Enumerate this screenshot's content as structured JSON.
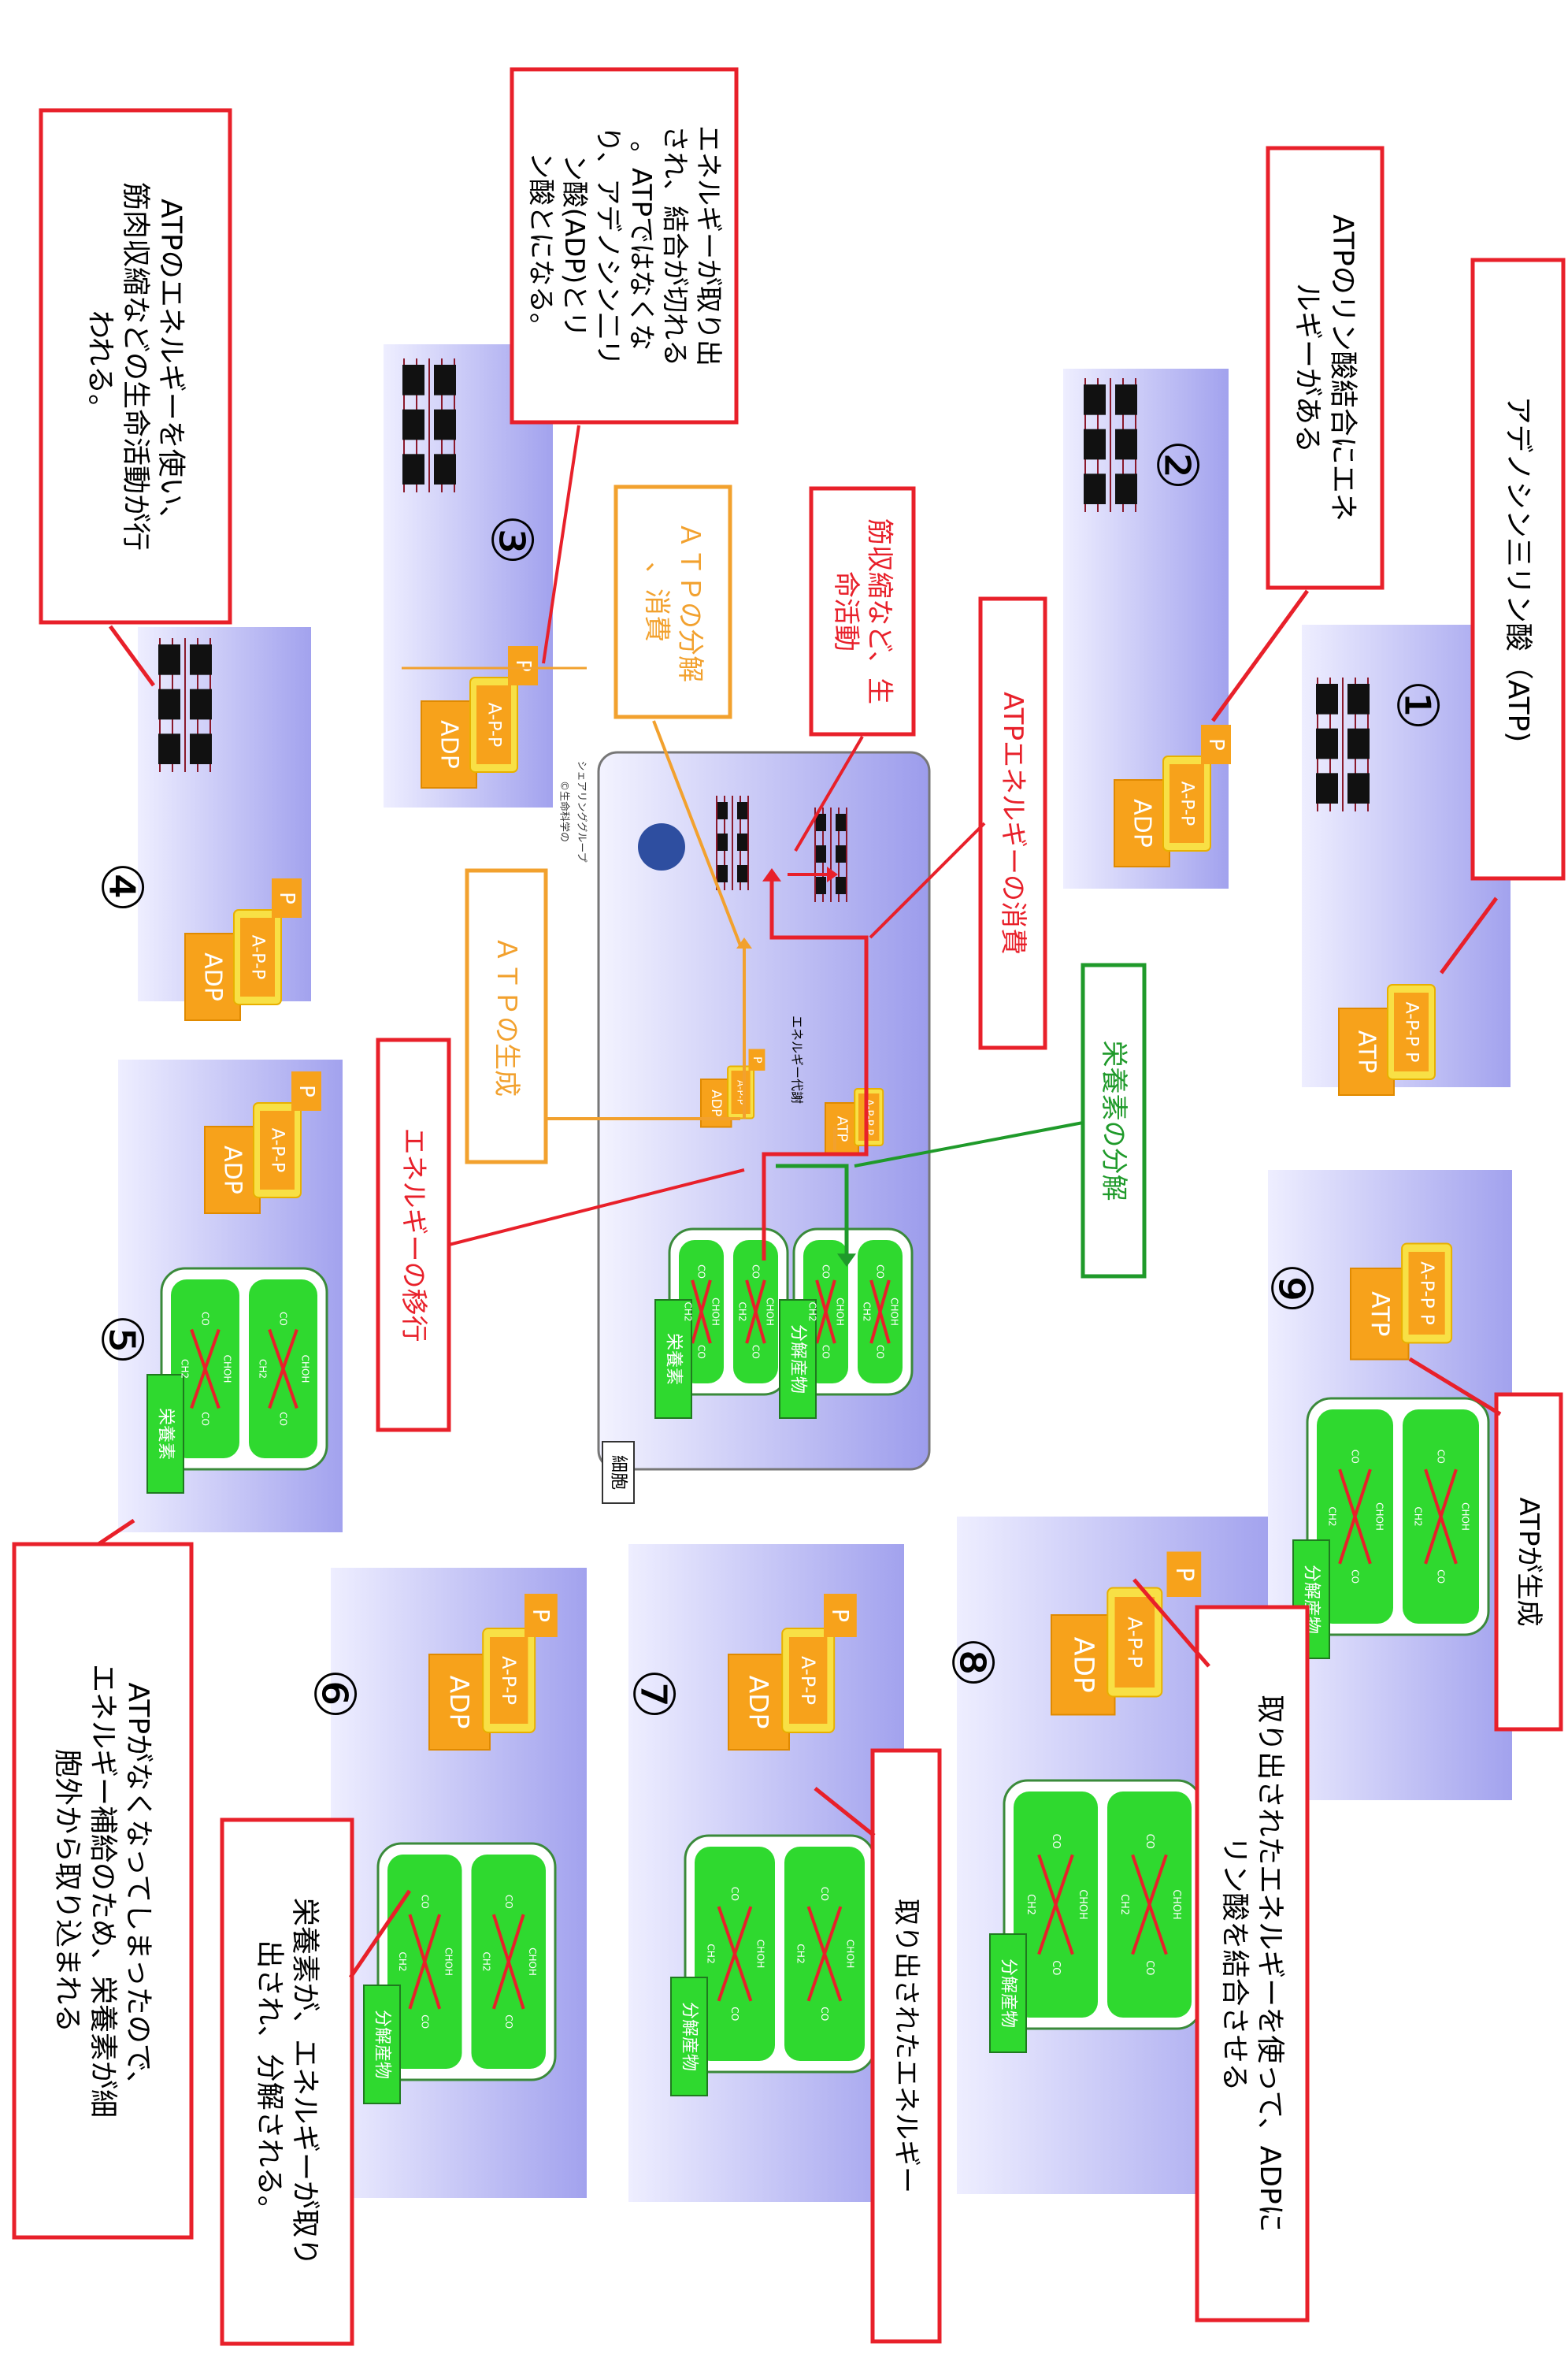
{
  "labels": {
    "atp": "ATP",
    "adp": "ADP",
    "p": "P",
    "a_p_p_p": "A-P-P P",
    "a_p_p": "A-P-P",
    "ch2": "CH2",
    "co": "CO",
    "choh": "CHOH",
    "cell": "細胞",
    "nutrient_tag": "栄養素",
    "products_tag": "分解産物",
    "energy_metabolism": "エネルギー代謝",
    "credit_line1": "©生命科学の",
    "credit_line2": "シェアリンググループ"
  },
  "steps": [
    "①",
    "②",
    "③",
    "④",
    "⑤",
    "⑥",
    "⑦",
    "⑧",
    "⑨"
  ],
  "callouts": {
    "atp_name": "アデノシン三リン酸（ATP)",
    "atp_bond_energy": "ATPのリン酸結合にエネルギーがある",
    "energy_released": "エネルギーが取り出され、結合が切れる。ATPではなくなり、アデノシン二リン酸(ADP)とリン酸とになる。",
    "life_activity": "ATPのエネルギーを使い、筋肉収縮などの生命活動が行われる。",
    "nutrient_intake": "ATPがなくなってしまったので、エネルギー補給のため、栄養素が細胞外から取り込まれる",
    "nutrient_breakdown": "栄養素が、エネルギーが取り出され、分解される。",
    "extracted_energy": "取り出されたエネルギー",
    "bind_phosphate": "取り出されたエネルギーを使って、ADPにリン酸を結合させる",
    "atp_generated": "ATPが生成",
    "atp_breakdown": "ＡＴＰの分解、消費",
    "muscle_life": "筋収縮など、生命活動",
    "atp_energy_use": "ATPエネルギーの消費",
    "atp_production": "ＡＴＰの生成",
    "energy_transfer": "エネルギーの移行",
    "nutrient_decomp": "栄養素の分解"
  },
  "colors": {
    "callout_border": "#e8202a",
    "orange_label": "#f2a12e",
    "green_label": "#1f9a2a",
    "nutrient_green": "#2fd92f",
    "molecule_orange": "#f7a21b",
    "molecule_yellow": "#f8e045",
    "panel_blue": "#aaaaf2",
    "muscle_red": "#8b1a2c"
  }
}
